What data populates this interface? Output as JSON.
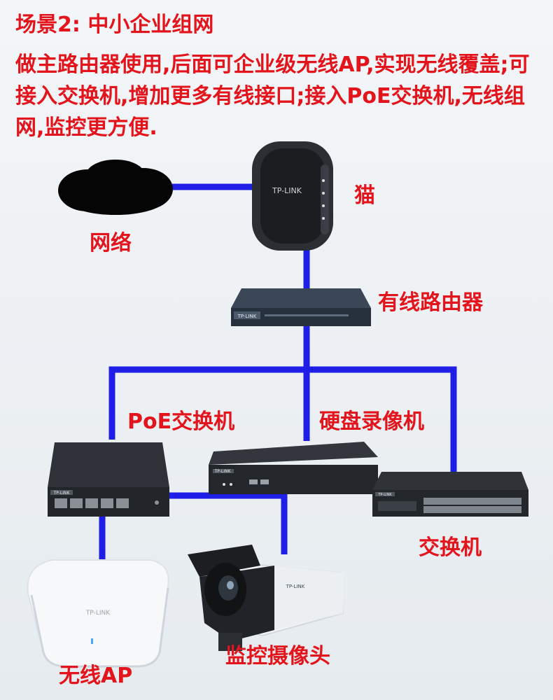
{
  "title": "场景2: 中小企业组网",
  "description": "做主路由器使用,后面可企业级无线AP,实现无线覆盖;可接入交换机,增加更多有线接口;接入PoE交换机,无线组网,监控更方便.",
  "nodes": {
    "internet": "网络",
    "modem": "猫",
    "router": "有线路由器",
    "poe_switch": "PoE交换机",
    "nvr": "硬盘录像机",
    "switch": "交换机",
    "wireless_ap": "无线AP",
    "camera": "监控摄像头"
  },
  "brand": "TP-LINK",
  "colors": {
    "text": "#e3141b",
    "link": "#1e1ee6",
    "device": "#2b2f33"
  }
}
